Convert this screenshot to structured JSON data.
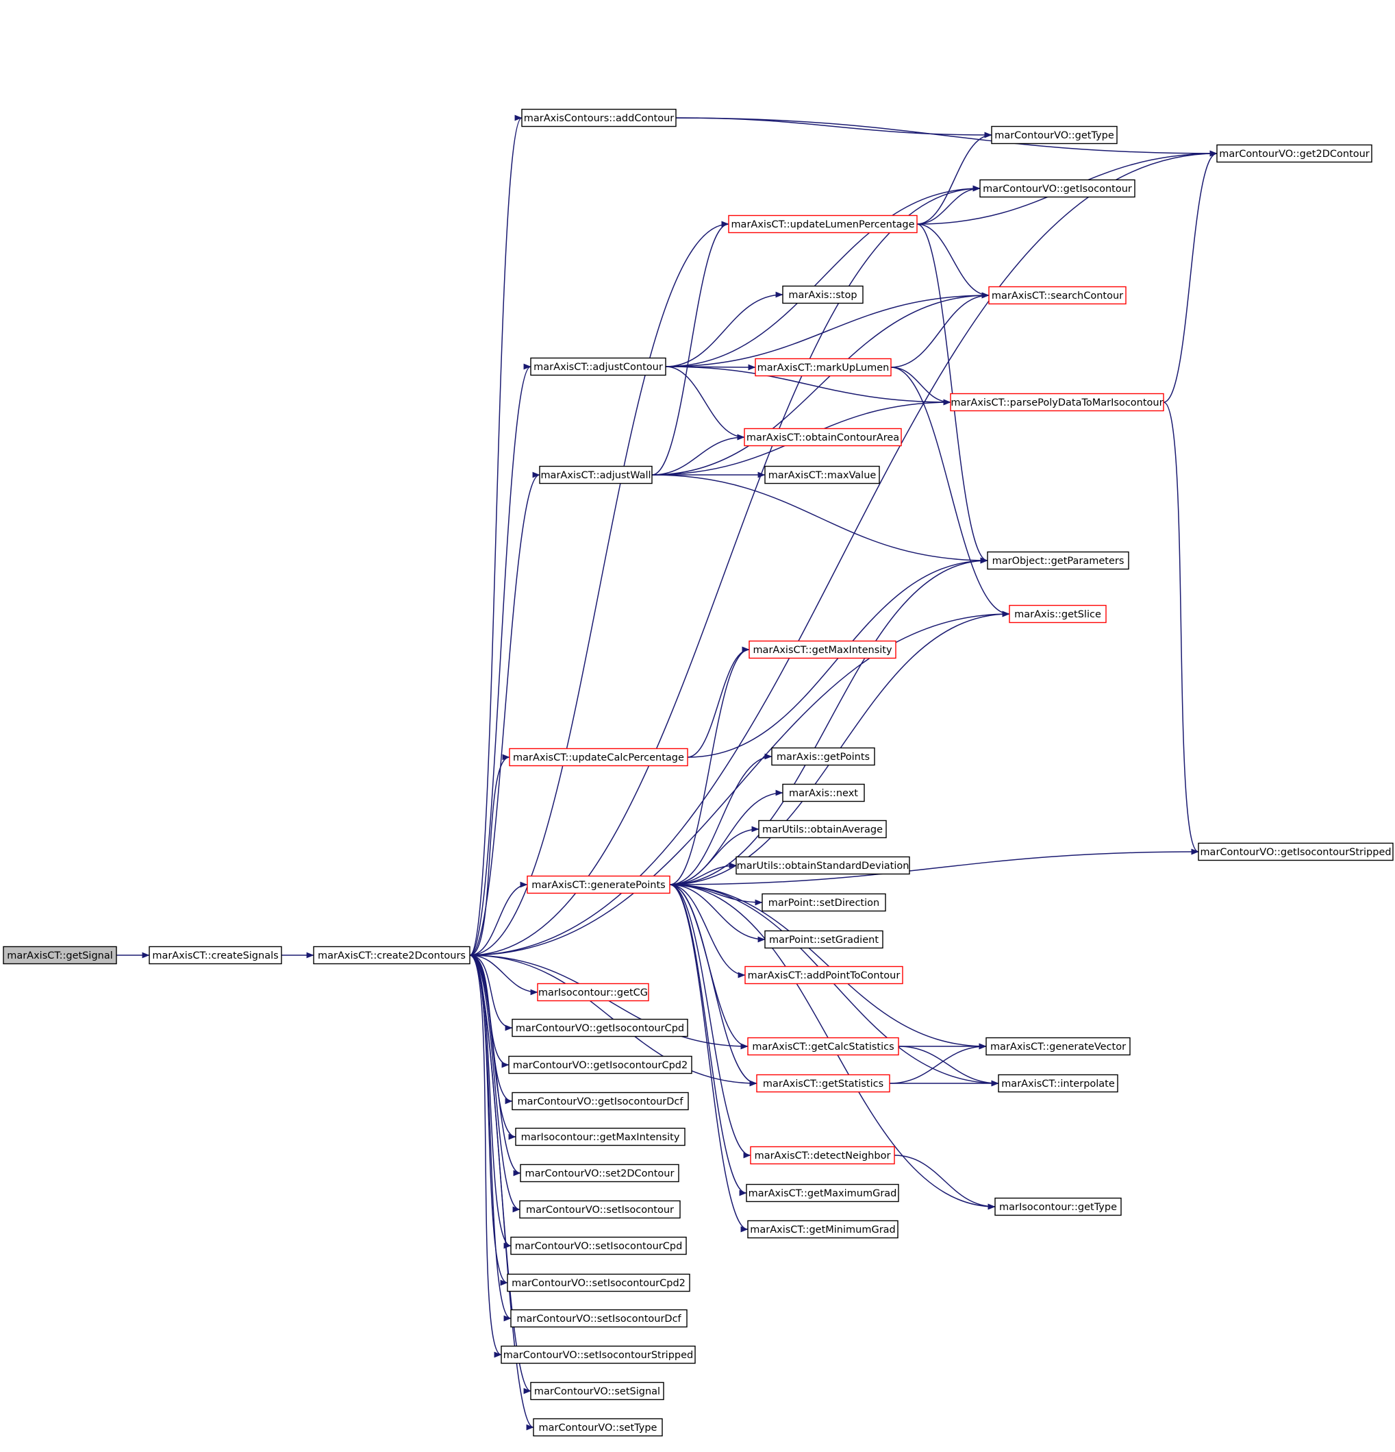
{
  "colors": {
    "edge": "#191970",
    "highlight_border": "#ff0000",
    "root_fill": "#bfbfbf",
    "node_border": "#000000"
  },
  "nodes": [
    {
      "id": "getSignal",
      "label": "marAxisCT::getSignal",
      "style": "root"
    },
    {
      "id": "createSignals",
      "label": "marAxisCT::createSignals",
      "style": "normal"
    },
    {
      "id": "create2Dcontours",
      "label": "marAxisCT::create2Dcontours",
      "style": "normal"
    },
    {
      "id": "addContour",
      "label": "marAxisContours::addContour",
      "style": "normal"
    },
    {
      "id": "getType_vo",
      "label": "marContourVO::getType",
      "style": "normal"
    },
    {
      "id": "get2DContour",
      "label": "marContourVO::get2DContour",
      "style": "normal"
    },
    {
      "id": "getIsocontour",
      "label": "marContourVO::getIsocontour",
      "style": "normal"
    },
    {
      "id": "updateLumenPercentage",
      "label": "marAxisCT::updateLumenPercentage",
      "style": "red"
    },
    {
      "id": "stop",
      "label": "marAxis::stop",
      "style": "normal"
    },
    {
      "id": "searchContour",
      "label": "marAxisCT::searchContour",
      "style": "red"
    },
    {
      "id": "adjustContour",
      "label": "marAxisCT::adjustContour",
      "style": "normal"
    },
    {
      "id": "markUpLumen",
      "label": "marAxisCT::markUpLumen",
      "style": "red"
    },
    {
      "id": "parsePolyData",
      "label": "marAxisCT::parsePolyDataToMarIsocontour",
      "style": "red"
    },
    {
      "id": "obtainContourArea",
      "label": "marAxisCT::obtainContourArea",
      "style": "red"
    },
    {
      "id": "adjustWall",
      "label": "marAxisCT::adjustWall",
      "style": "normal"
    },
    {
      "id": "maxValue",
      "label": "marAxisCT::maxValue",
      "style": "normal"
    },
    {
      "id": "getParameters",
      "label": "marObject::getParameters",
      "style": "normal"
    },
    {
      "id": "getSlice",
      "label": "marAxis::getSlice",
      "style": "red"
    },
    {
      "id": "getMaxIntensity",
      "label": "marAxisCT::getMaxIntensity",
      "style": "red"
    },
    {
      "id": "updateCalcPercentage",
      "label": "marAxisCT::updateCalcPercentage",
      "style": "red"
    },
    {
      "id": "getPoints",
      "label": "marAxis::getPoints",
      "style": "normal"
    },
    {
      "id": "next",
      "label": "marAxis::next",
      "style": "normal"
    },
    {
      "id": "obtainAverage",
      "label": "marUtils::obtainAverage",
      "style": "normal"
    },
    {
      "id": "obtainStdDev",
      "label": "marUtils::obtainStandardDeviation",
      "style": "normal"
    },
    {
      "id": "getIsocontourStripped",
      "label": "marContourVO::getIsocontourStripped",
      "style": "normal"
    },
    {
      "id": "generatePoints",
      "label": "marAxisCT::generatePoints",
      "style": "red"
    },
    {
      "id": "setDirection",
      "label": "marPoint::setDirection",
      "style": "normal"
    },
    {
      "id": "setGradient",
      "label": "marPoint::setGradient",
      "style": "normal"
    },
    {
      "id": "addPointToContour",
      "label": "marAxisCT::addPointToContour",
      "style": "red"
    },
    {
      "id": "getCG",
      "label": "marIsocontour::getCG",
      "style": "red"
    },
    {
      "id": "getIsocontourCpd",
      "label": "marContourVO::getIsocontourCpd",
      "style": "normal"
    },
    {
      "id": "getIsocontourCpd2",
      "label": "marContourVO::getIsocontourCpd2",
      "style": "normal"
    },
    {
      "id": "getIsocontourDcf",
      "label": "marContourVO::getIsocontourDcf",
      "style": "normal"
    },
    {
      "id": "isoGetMaxIntensity",
      "label": "marIsocontour::getMaxIntensity",
      "style": "normal"
    },
    {
      "id": "set2DContour",
      "label": "marContourVO::set2DContour",
      "style": "normal"
    },
    {
      "id": "setIsocontour",
      "label": "marContourVO::setIsocontour",
      "style": "normal"
    },
    {
      "id": "setIsocontourCpd",
      "label": "marContourVO::setIsocontourCpd",
      "style": "normal"
    },
    {
      "id": "setIsocontourCpd2",
      "label": "marContourVO::setIsocontourCpd2",
      "style": "normal"
    },
    {
      "id": "setIsocontourDcf",
      "label": "marContourVO::setIsocontourDcf",
      "style": "normal"
    },
    {
      "id": "setIsocontourStripped",
      "label": "marContourVO::setIsocontourStripped",
      "style": "normal"
    },
    {
      "id": "setSignal",
      "label": "marContourVO::setSignal",
      "style": "normal"
    },
    {
      "id": "setType",
      "label": "marContourVO::setType",
      "style": "normal"
    },
    {
      "id": "getCalcStatistics",
      "label": "marAxisCT::getCalcStatistics",
      "style": "red"
    },
    {
      "id": "generateVector",
      "label": "marAxisCT::generateVector",
      "style": "normal"
    },
    {
      "id": "getStatistics",
      "label": "marAxisCT::getStatistics",
      "style": "red"
    },
    {
      "id": "interpolate",
      "label": "marAxisCT::interpolate",
      "style": "normal"
    },
    {
      "id": "detectNeighbor",
      "label": "marAxisCT::detectNeighbor",
      "style": "red"
    },
    {
      "id": "getMaximumGrad",
      "label": "marAxisCT::getMaximumGrad",
      "style": "normal"
    },
    {
      "id": "isoGetType",
      "label": "marIsocontour::getType",
      "style": "normal"
    },
    {
      "id": "getMinimumGrad",
      "label": "marAxisCT::getMinimumGrad",
      "style": "normal"
    }
  ],
  "edges": [
    [
      "getSignal",
      "createSignals"
    ],
    [
      "createSignals",
      "create2Dcontours"
    ],
    [
      "create2Dcontours",
      "addContour"
    ],
    [
      "create2Dcontours",
      "get2DContour"
    ],
    [
      "create2Dcontours",
      "getIsocontour"
    ],
    [
      "create2Dcontours",
      "updateLumenPercentage"
    ],
    [
      "create2Dcontours",
      "adjustContour"
    ],
    [
      "create2Dcontours",
      "adjustWall"
    ],
    [
      "create2Dcontours",
      "getSlice"
    ],
    [
      "create2Dcontours",
      "updateCalcPercentage"
    ],
    [
      "create2Dcontours",
      "generatePoints"
    ],
    [
      "create2Dcontours",
      "getCalcStatistics"
    ],
    [
      "create2Dcontours",
      "getStatistics"
    ],
    [
      "create2Dcontours",
      "getCG"
    ],
    [
      "create2Dcontours",
      "getIsocontourCpd"
    ],
    [
      "create2Dcontours",
      "getIsocontourCpd2"
    ],
    [
      "create2Dcontours",
      "getIsocontourDcf"
    ],
    [
      "create2Dcontours",
      "isoGetMaxIntensity"
    ],
    [
      "create2Dcontours",
      "set2DContour"
    ],
    [
      "create2Dcontours",
      "setIsocontour"
    ],
    [
      "create2Dcontours",
      "setIsocontourCpd"
    ],
    [
      "create2Dcontours",
      "setIsocontourCpd2"
    ],
    [
      "create2Dcontours",
      "setIsocontourDcf"
    ],
    [
      "create2Dcontours",
      "setIsocontourStripped"
    ],
    [
      "create2Dcontours",
      "setSignal"
    ],
    [
      "create2Dcontours",
      "setType"
    ],
    [
      "addContour",
      "getType_vo"
    ],
    [
      "addContour",
      "get2DContour"
    ],
    [
      "updateLumenPercentage",
      "getType_vo"
    ],
    [
      "updateLumenPercentage",
      "getIsocontour"
    ],
    [
      "updateLumenPercentage",
      "get2DContour"
    ],
    [
      "updateLumenPercentage",
      "searchContour"
    ],
    [
      "updateLumenPercentage",
      "getParameters"
    ],
    [
      "adjustContour",
      "getIsocontour"
    ],
    [
      "adjustContour",
      "searchContour"
    ],
    [
      "adjustContour",
      "stop"
    ],
    [
      "adjustContour",
      "markUpLumen"
    ],
    [
      "adjustContour",
      "parsePolyData"
    ],
    [
      "adjustContour",
      "obtainContourArea"
    ],
    [
      "markUpLumen",
      "searchContour"
    ],
    [
      "markUpLumen",
      "parsePolyData"
    ],
    [
      "markUpLumen",
      "getSlice"
    ],
    [
      "parsePolyData",
      "get2DContour"
    ],
    [
      "parsePolyData",
      "getIsocontourStripped"
    ],
    [
      "adjustWall",
      "updateLumenPercentage"
    ],
    [
      "adjustWall",
      "searchContour"
    ],
    [
      "adjustWall",
      "obtainContourArea"
    ],
    [
      "adjustWall",
      "maxValue"
    ],
    [
      "adjustWall",
      "parsePolyData"
    ],
    [
      "adjustWall",
      "getParameters"
    ],
    [
      "updateCalcPercentage",
      "getParameters"
    ],
    [
      "updateCalcPercentage",
      "getMaxIntensity"
    ],
    [
      "generatePoints",
      "getMaxIntensity"
    ],
    [
      "generatePoints",
      "getParameters"
    ],
    [
      "generatePoints",
      "getSlice"
    ],
    [
      "generatePoints",
      "getPoints"
    ],
    [
      "generatePoints",
      "next"
    ],
    [
      "generatePoints",
      "obtainAverage"
    ],
    [
      "generatePoints",
      "obtainStdDev"
    ],
    [
      "generatePoints",
      "setDirection"
    ],
    [
      "generatePoints",
      "setGradient"
    ],
    [
      "generatePoints",
      "addPointToContour"
    ],
    [
      "generatePoints",
      "generateVector"
    ],
    [
      "generatePoints",
      "getCalcStatistics"
    ],
    [
      "generatePoints",
      "getStatistics"
    ],
    [
      "generatePoints",
      "interpolate"
    ],
    [
      "generatePoints",
      "detectNeighbor"
    ],
    [
      "generatePoints",
      "getMaximumGrad"
    ],
    [
      "generatePoints",
      "getMinimumGrad"
    ],
    [
      "generatePoints",
      "isoGetType"
    ],
    [
      "generatePoints",
      "getIsocontourStripped"
    ],
    [
      "getCalcStatistics",
      "generateVector"
    ],
    [
      "getCalcStatistics",
      "interpolate"
    ],
    [
      "getStatistics",
      "generateVector"
    ],
    [
      "getStatistics",
      "interpolate"
    ],
    [
      "detectNeighbor",
      "isoGetType"
    ]
  ]
}
